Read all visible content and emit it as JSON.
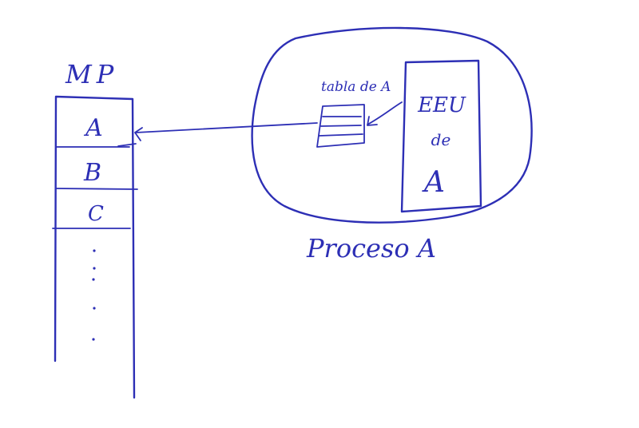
{
  "diagram": {
    "ink_color": "#2d2fb5",
    "memory": {
      "title": "MP",
      "segments": [
        "A",
        "B",
        "C"
      ],
      "continuation": "⋮"
    },
    "process": {
      "caption": "Proceso A",
      "table_label": "tabla de A",
      "eeu_lines": [
        "EEU",
        "de",
        "A"
      ]
    }
  }
}
